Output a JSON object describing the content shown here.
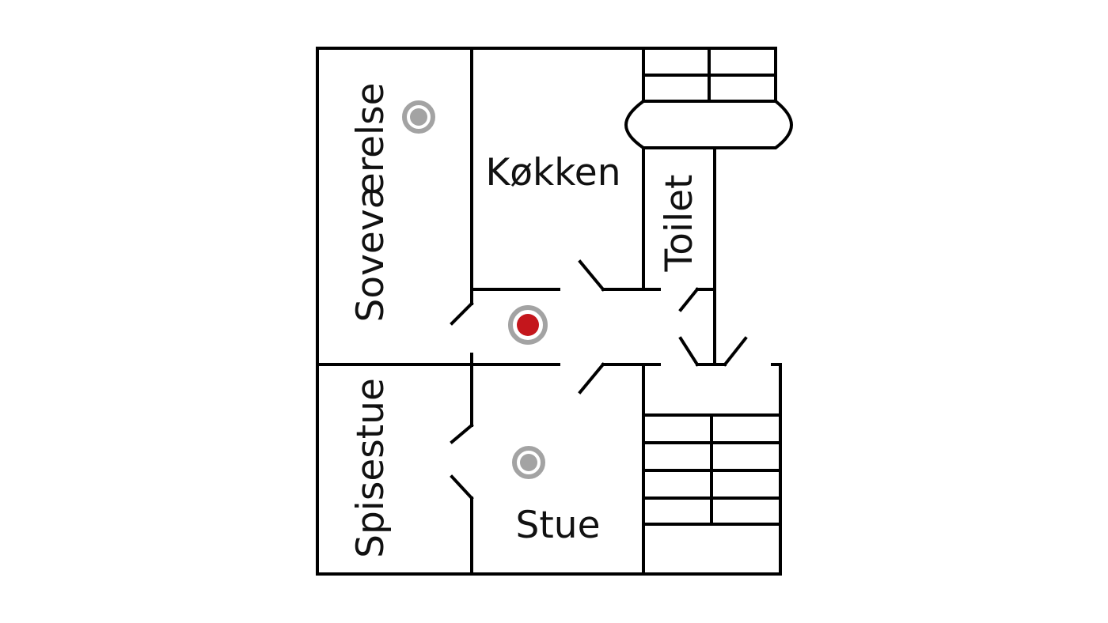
{
  "rooms": {
    "bedroom": "Soveværelse",
    "kitchen": "Køkken",
    "toilet": "Toilet",
    "dining_room": "Spisestue",
    "living_room": "Stue"
  },
  "markers": {
    "inactive_fill": "#a3a3a3",
    "inactive_ring": "#a3a3a3",
    "active_fill": "#c4161c",
    "active_ring": "#a3a3a3"
  },
  "colors": {
    "wall": "#000000",
    "background": "#ffffff",
    "text": "#111111"
  }
}
